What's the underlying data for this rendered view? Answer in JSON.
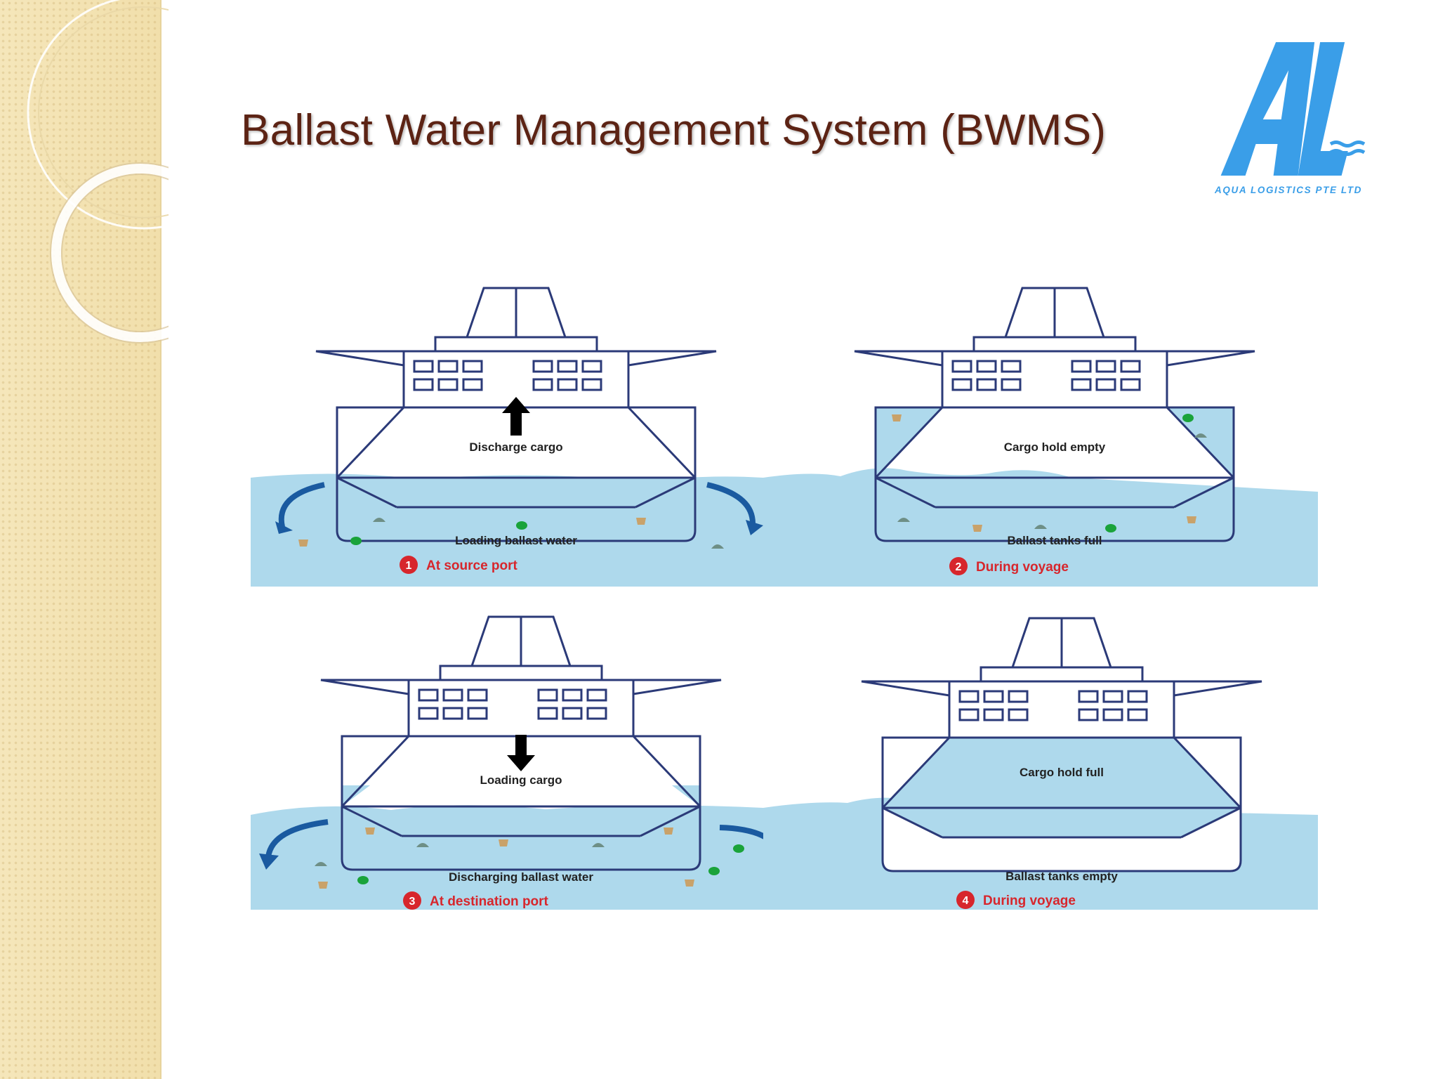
{
  "slide": {
    "title": "Ballast Water Management System (BWMS)"
  },
  "logo": {
    "monogram": "AL",
    "caption": "AQUA LOGISTICS PTE LTD",
    "color": "#3a9ee8"
  },
  "colors": {
    "title": "#5c2314",
    "water": "#aed9ec",
    "ship_outline": "#2b3a78",
    "step_marker": "#d7262c",
    "step_text": "#d7262c",
    "arrow_blue": "#1a5aa0",
    "organism_green": "#1aa33a",
    "organism_tan": "#c9a26a",
    "sidebar": "#f3e3b4"
  },
  "panels": [
    {
      "step": "1",
      "location": "At source port",
      "hold_label": "Discharge cargo",
      "tank_label": "Loading ballast water",
      "cargo_arrow": "up",
      "ballast_flow": "in"
    },
    {
      "step": "2",
      "location": "During voyage",
      "hold_label": "Cargo hold empty",
      "tank_label": "Ballast tanks full",
      "cargo_arrow": "none",
      "ballast_flow": "none"
    },
    {
      "step": "3",
      "location": "At destination port",
      "hold_label": "Loading cargo",
      "tank_label": "Discharging ballast water",
      "cargo_arrow": "down",
      "ballast_flow": "out"
    },
    {
      "step": "4",
      "location": "During voyage",
      "hold_label": "Cargo hold full",
      "tank_label": "Ballast tanks empty",
      "cargo_arrow": "none",
      "ballast_flow": "none"
    }
  ]
}
